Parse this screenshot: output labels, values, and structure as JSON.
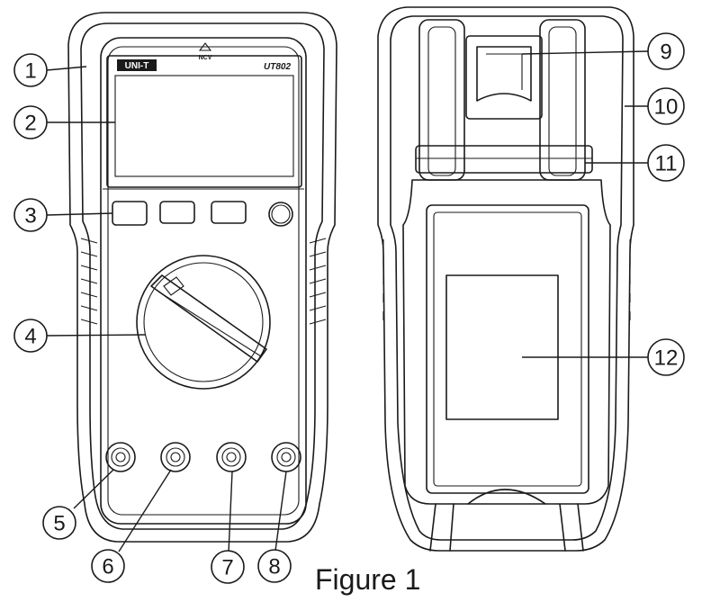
{
  "caption": "Figure 1",
  "front_panel": {
    "brand": "UNI-T",
    "model": "UT802",
    "ncv_label": "NCV"
  },
  "callouts": [
    {
      "id": "1",
      "label": "1"
    },
    {
      "id": "2",
      "label": "2"
    },
    {
      "id": "3",
      "label": "3"
    },
    {
      "id": "4",
      "label": "4"
    },
    {
      "id": "5",
      "label": "5"
    },
    {
      "id": "6",
      "label": "6"
    },
    {
      "id": "7",
      "label": "7"
    },
    {
      "id": "8",
      "label": "8"
    },
    {
      "id": "9",
      "label": "9"
    },
    {
      "id": "10",
      "label": "10"
    },
    {
      "id": "11",
      "label": "11"
    },
    {
      "id": "12",
      "label": "12"
    }
  ]
}
